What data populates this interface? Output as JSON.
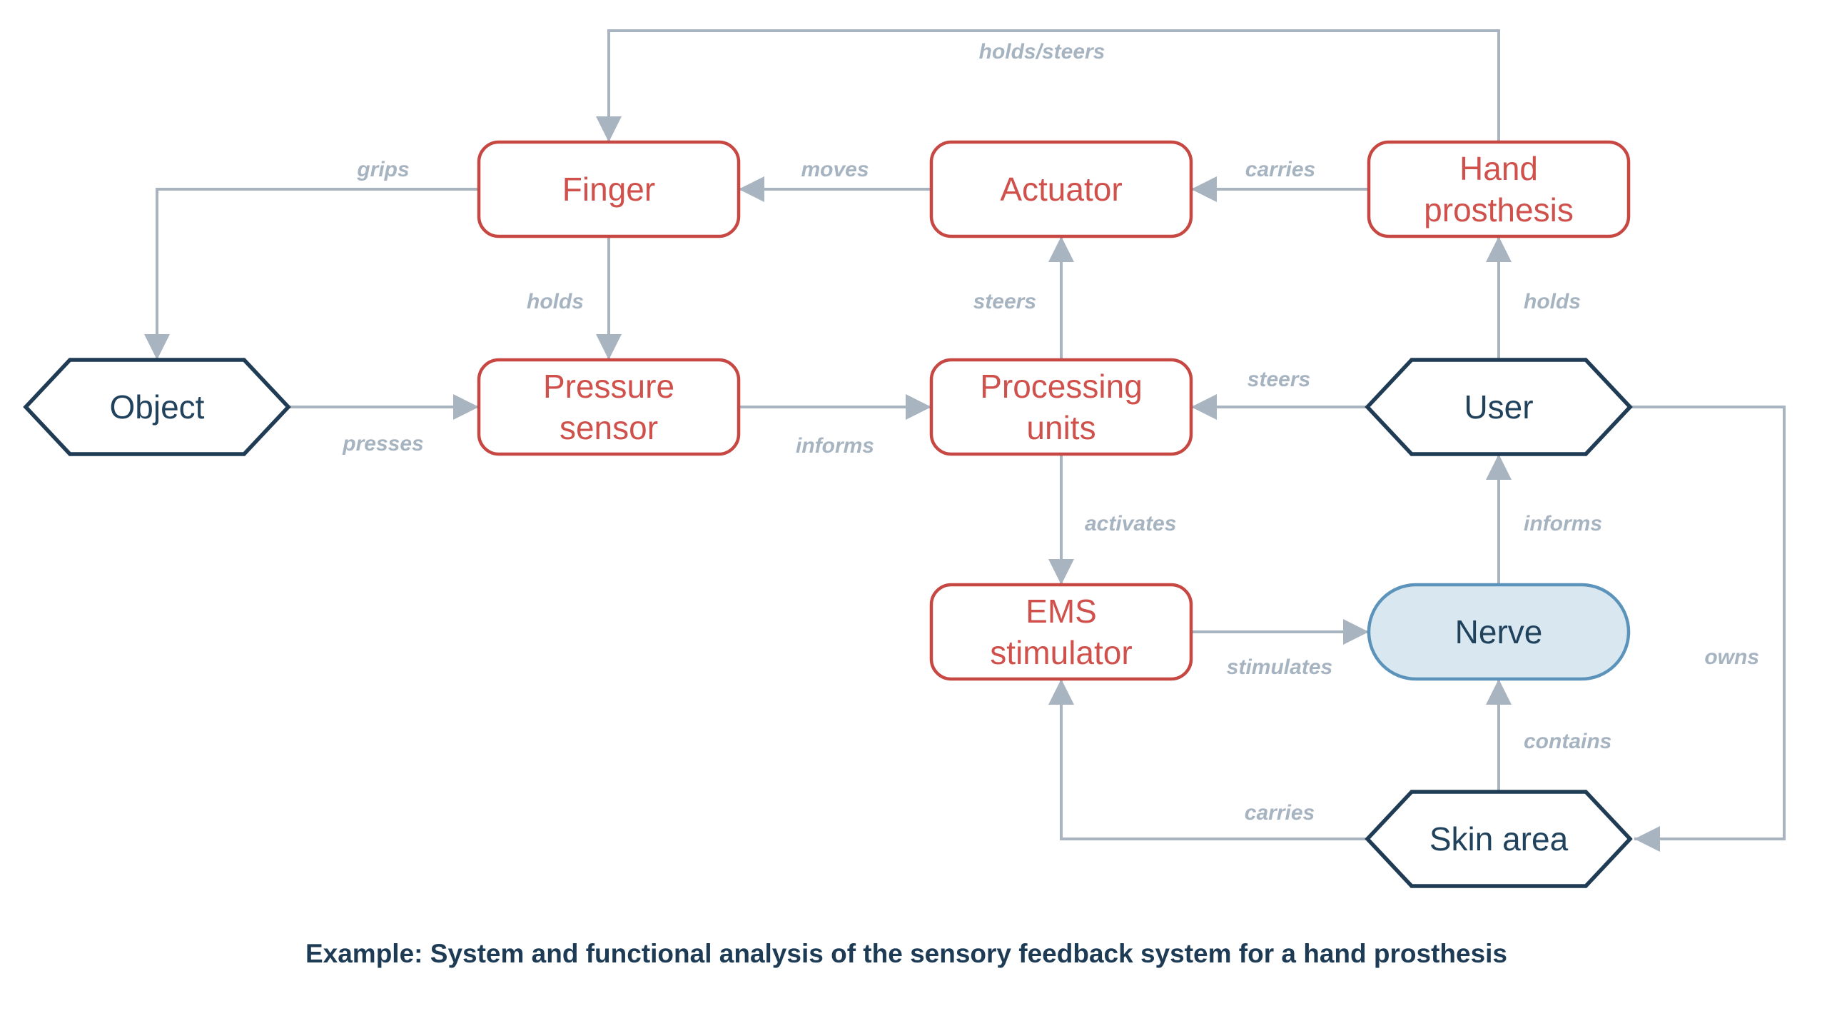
{
  "diagram": {
    "caption": "Example: System and functional analysis of the sensory feedback system for a hand prosthesis",
    "colors": {
      "system_element_border": "#C74742",
      "system_element_text": "#D0504C",
      "context_element_border": "#203C55",
      "context_element_text": "#21425C",
      "nerve_fill": "#D9E8F0",
      "nerve_border": "#5C93BB",
      "arrow": "#A8B4C0",
      "edge_label": "#A6B3C0",
      "caption_text": "#1E3B55",
      "background": "#FFFFFF"
    },
    "nodes": {
      "finger": {
        "label": "Finger",
        "shape": "rounded-rect"
      },
      "actuator": {
        "label": "Actuator",
        "shape": "rounded-rect"
      },
      "hand_prosthesis": {
        "label": "Hand prosthesis",
        "lines": [
          "Hand",
          "prosthesis"
        ],
        "shape": "rounded-rect"
      },
      "object": {
        "label": "Object",
        "shape": "hexagon"
      },
      "pressure_sensor": {
        "label": "Pressure sensor",
        "lines": [
          "Pressure",
          "sensor"
        ],
        "shape": "rounded-rect"
      },
      "processing_units": {
        "label": "Processing units",
        "lines": [
          "Processing",
          "units"
        ],
        "shape": "rounded-rect"
      },
      "user": {
        "label": "User",
        "shape": "hexagon"
      },
      "ems_stimulator": {
        "label": "EMS stimulator",
        "lines": [
          "EMS",
          "stimulator"
        ],
        "shape": "rounded-rect"
      },
      "nerve": {
        "label": "Nerve",
        "shape": "stadium"
      },
      "skin_area": {
        "label": "Skin area",
        "shape": "hexagon"
      }
    },
    "edges": {
      "holds_steers": {
        "label": "holds/steers",
        "from": "hand_prosthesis",
        "to": "finger"
      },
      "grips": {
        "label": "grips",
        "from": "finger",
        "to": "object"
      },
      "moves": {
        "label": "moves",
        "from": "actuator",
        "to": "finger"
      },
      "carries_prosthesis_actuator": {
        "label": "carries",
        "from": "hand_prosthesis",
        "to": "actuator"
      },
      "holds_finger_sensor": {
        "label": "holds",
        "from": "finger",
        "to": "pressure_sensor"
      },
      "steers_processing_actuator": {
        "label": "steers",
        "from": "processing_units",
        "to": "actuator"
      },
      "holds_user_prosthesis": {
        "label": "holds",
        "from": "user",
        "to": "hand_prosthesis"
      },
      "presses": {
        "label": "presses",
        "from": "object",
        "to": "pressure_sensor"
      },
      "informs_sensor_processing": {
        "label": "informs",
        "from": "pressure_sensor",
        "to": "processing_units"
      },
      "steers_user_processing": {
        "label": "steers",
        "from": "user",
        "to": "processing_units"
      },
      "activates": {
        "label": "activates",
        "from": "processing_units",
        "to": "ems_stimulator"
      },
      "stimulates": {
        "label": "stimulates",
        "from": "ems_stimulator",
        "to": "nerve"
      },
      "informs_nerve_user": {
        "label": "informs",
        "from": "nerve",
        "to": "user"
      },
      "owns": {
        "label": "owns",
        "from": "user",
        "to": "skin_area"
      },
      "contains": {
        "label": "contains",
        "from": "skin_area",
        "to": "nerve"
      },
      "carries_skin_stimulator": {
        "label": "carries",
        "from": "skin_area",
        "to": "ems_stimulator"
      }
    }
  }
}
